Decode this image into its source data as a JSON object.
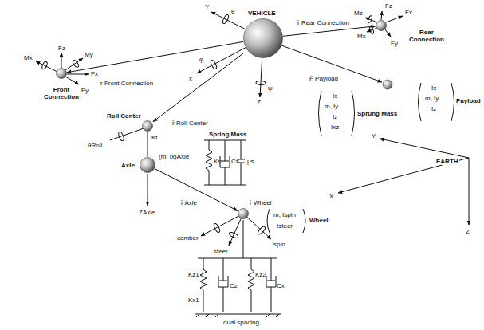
{
  "diagram": {
    "nodes": [
      {
        "text": [
          "VEHICLE"
        ]
      },
      {
        "text": [
          "Front Connection"
        ]
      },
      {
        "text": [
          "Rear Connection"
        ]
      },
      {
        "text": [
          "Roll Center"
        ]
      },
      {
        "text": [
          "Axle"
        ]
      },
      {
        "text": [
          "Wheel"
        ]
      }
    ],
    "edges": [
      {
        "from": 0,
        "to": 1,
        "arrow": "to",
        "label": "r̄ Front Connection"
      },
      {
        "from": 0,
        "to": 2,
        "arrow": "to",
        "label": "r̄ Rear Connection"
      },
      {
        "from": 0,
        "to": 3,
        "arrow": "to",
        "label": "r̄ Roll Center"
      },
      {
        "from": 3,
        "to": 4,
        "arrow": "none"
      },
      {
        "from": 4,
        "to": 5,
        "arrow": "to",
        "label": "r̄ Axle"
      }
    ],
    "labels": [
      "Y",
      "θ",
      "x",
      "φ",
      "Z",
      "ψ",
      "Fz",
      "Mx",
      "My",
      "Fx",
      "Fy",
      "Mz",
      "Fz",
      "Fx",
      "Mx",
      "Fy",
      "F̄ Payload",
      "Ix",
      "m, Iy",
      "Iz",
      "Ixz",
      "Sprung Mass",
      "Ix",
      "m, Iy",
      "Iz",
      "Payload",
      "EARTH",
      "Y",
      "X",
      "Z",
      "Kt",
      "θRoll",
      "(m, Ix)Axle",
      "ZAxle",
      "Spring Mass",
      "Ks",
      "Cs",
      "μs",
      "r̄ Wheel",
      "m, Ispin",
      "Isteer",
      "camber",
      "steer",
      "spin",
      "Kz1",
      "Cz",
      "Kz2",
      "Cx",
      "Kx1",
      "dual spacing"
    ]
  }
}
